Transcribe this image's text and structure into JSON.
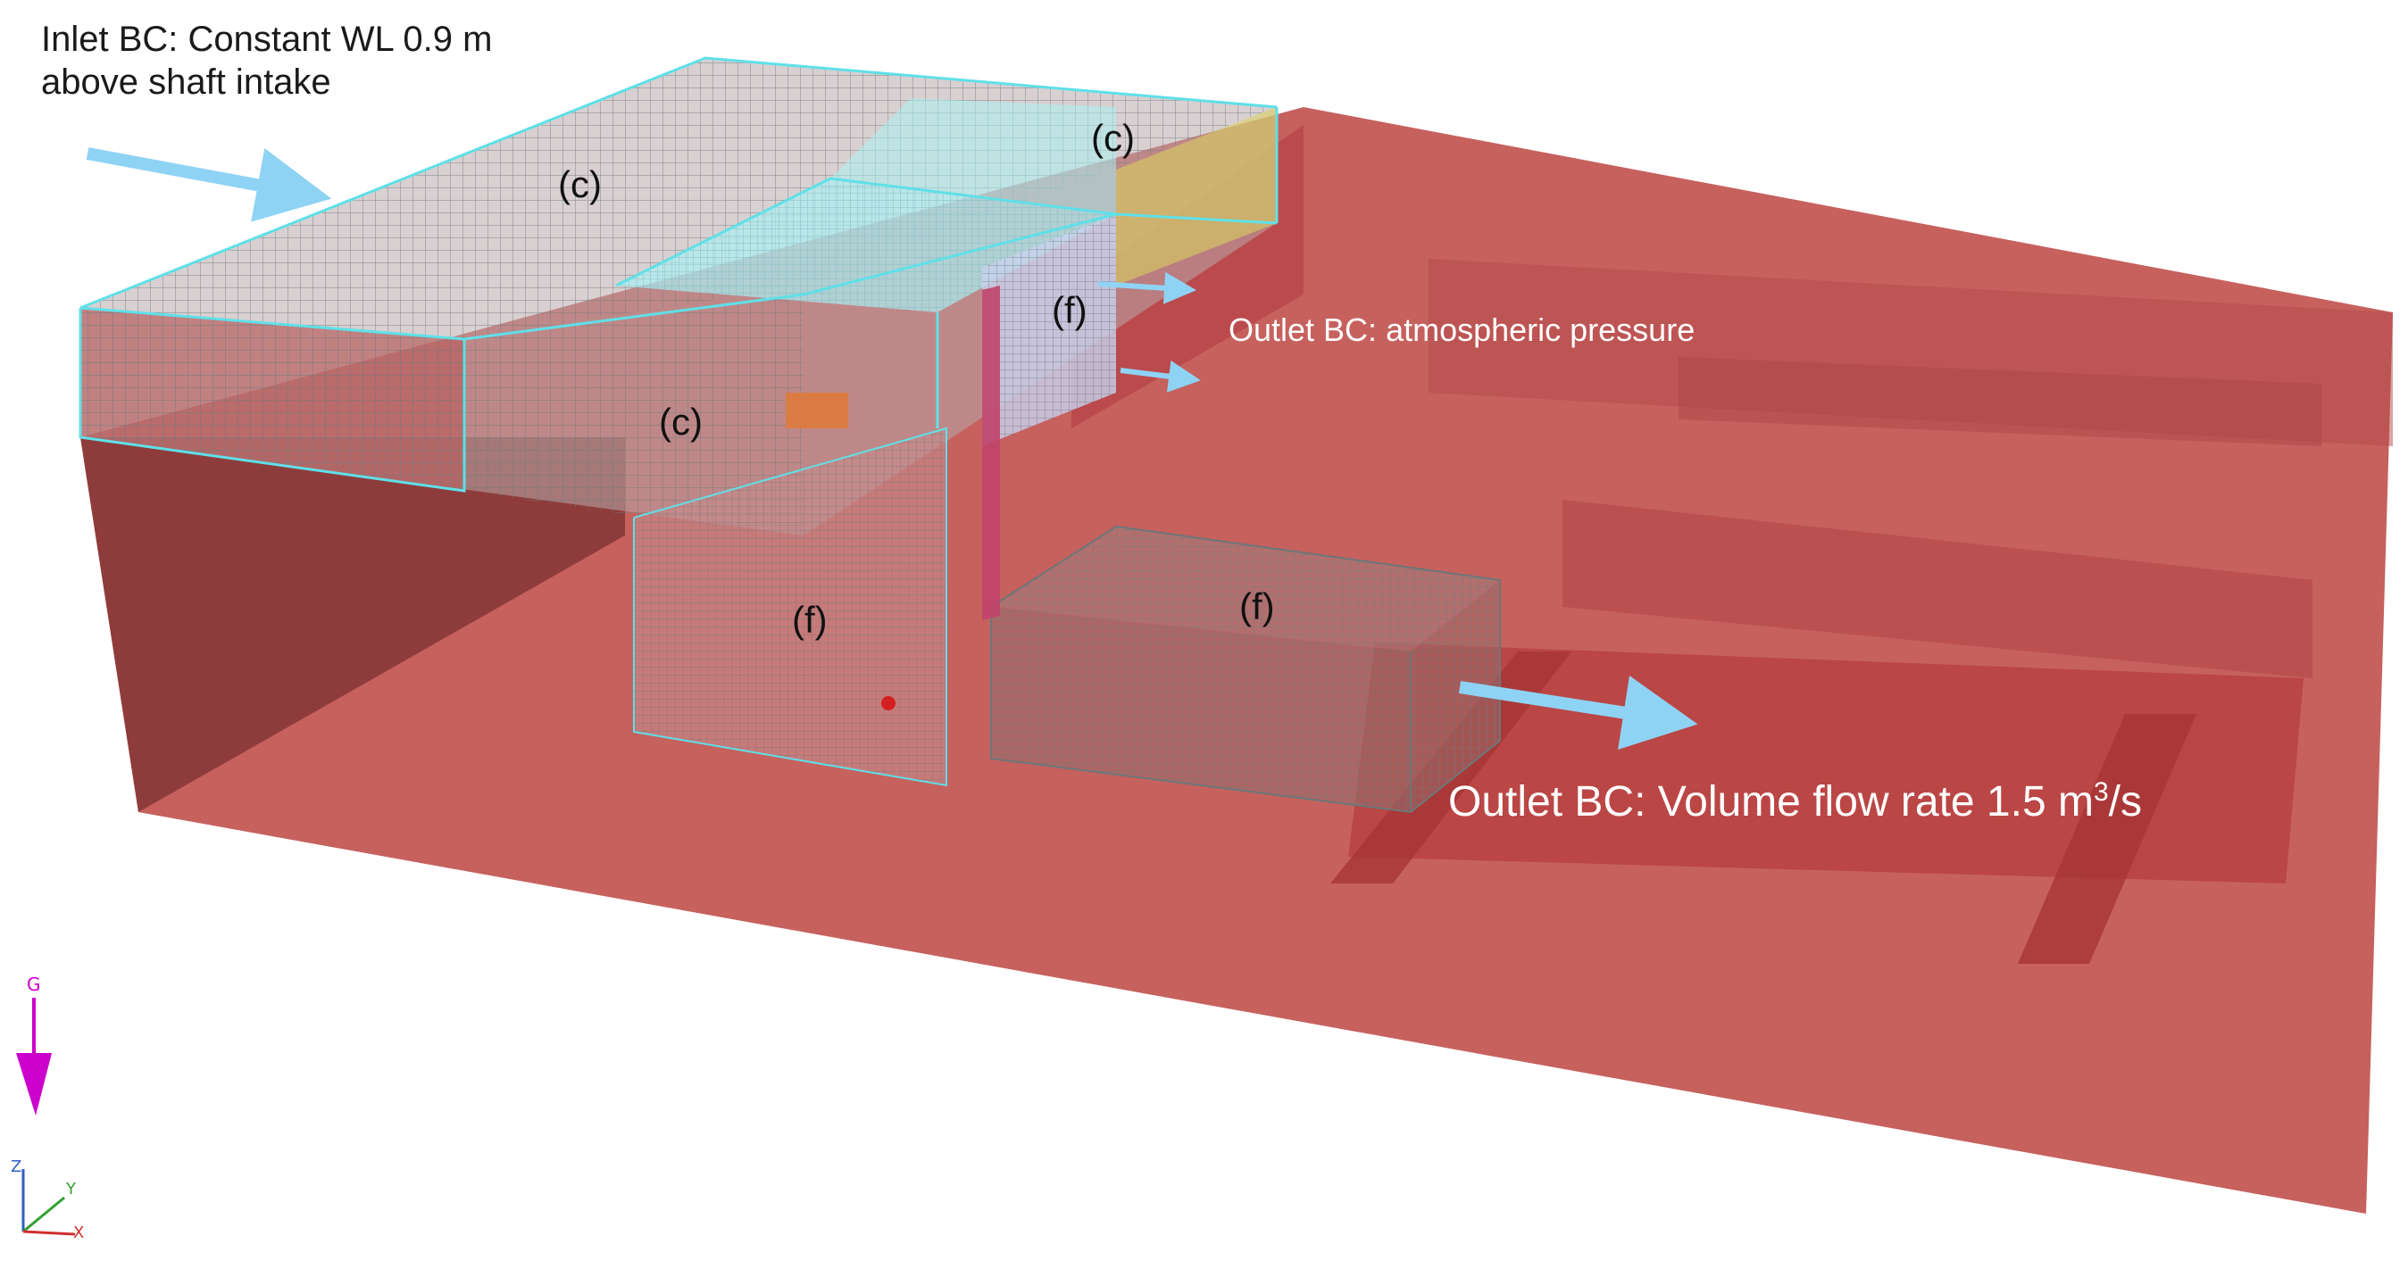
{
  "labels": {
    "inlet_line1": "Inlet BC: Constant WL 0.9 m",
    "inlet_line2": "above shaft intake",
    "outlet_atmospheric": "Outlet BC: atmospheric pressure",
    "outlet_volume_prefix": "Outlet BC: Volume flow rate 1.5 m",
    "outlet_volume_superscript": "3",
    "outlet_volume_suffix": "/s"
  },
  "mesh_zones": {
    "coarse_1": "(c)",
    "coarse_2": "(c)",
    "coarse_3": "(c)",
    "fine_1": "(f)",
    "fine_2": "(f)",
    "fine_3": "(f)"
  },
  "axes": {
    "gravity": "G",
    "z": "Z",
    "y": "Y",
    "x": "X"
  },
  "colors": {
    "domain_fill": "#c0504d",
    "domain_dark": "#8b3a39",
    "mesh_line": "#7a8a8c",
    "mesh_outline": "#5fe0e8",
    "arrow": "#8fd3f4",
    "gravity_arrow": "#cc00cc",
    "yellow_band": "#d8d060"
  }
}
